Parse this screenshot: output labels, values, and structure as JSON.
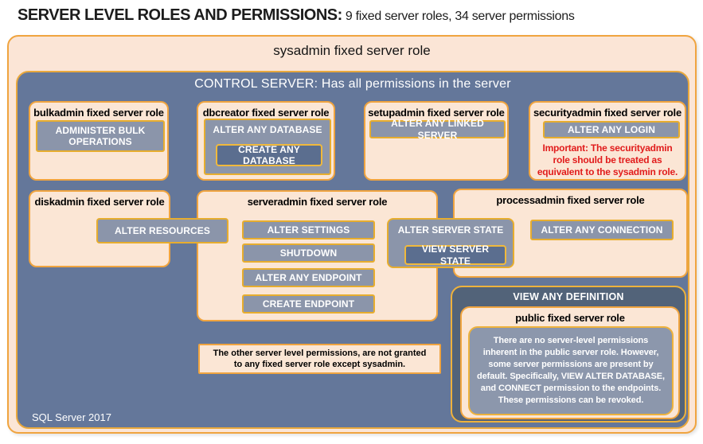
{
  "title": {
    "main": "SERVER LEVEL ROLES AND PERMISSIONS:",
    "sub": " 9 fixed server roles, 34 server permissions"
  },
  "sysadmin": {
    "label": "sysadmin fixed server role"
  },
  "control": {
    "label": "CONTROL SERVER: Has all permissions in the server"
  },
  "bulkadmin": {
    "label": "bulkadmin fixed server role",
    "perm_administer_bulk_operations": "ADMINISTER BULK OPERATIONS"
  },
  "dbcreator": {
    "label": "dbcreator fixed server role",
    "perm_alter_any_database": "ALTER ANY DATABASE",
    "perm_create_any_database": "CREATE ANY DATABASE"
  },
  "setupadmin": {
    "label": "setupadmin fixed server role",
    "perm_alter_any_linked_server": "ALTER ANY LINKED SERVER"
  },
  "securityadmin": {
    "label": "securityadmin fixed server role",
    "perm_alter_any_login": "ALTER ANY LOGIN",
    "warning": "Important: The securityadmin role should be treated as equivalent to the sysadmin role."
  },
  "diskadmin": {
    "label": "diskadmin fixed server role",
    "perm_alter_resources": "ALTER RESOURCES"
  },
  "serveradmin": {
    "label": "serveradmin fixed server role",
    "perm_alter_settings": "ALTER SETTINGS",
    "perm_shutdown": "SHUTDOWN",
    "perm_alter_any_endpoint": "ALTER ANY ENDPOINT",
    "perm_create_endpoint": "CREATE ENDPOINT"
  },
  "shared_state": {
    "perm_alter_server_state": "ALTER SERVER STATE",
    "perm_view_server_state": "VIEW SERVER STATE"
  },
  "processadmin": {
    "label": "processadmin fixed server role",
    "perm_alter_any_connection": "ALTER ANY CONNECTION"
  },
  "note": {
    "text": "The other server level permissions, are not granted to any fixed server role except sysadmin."
  },
  "view_any_definition": {
    "label": "VIEW ANY DEFINITION"
  },
  "public_role": {
    "label": "public fixed server role",
    "description": "There are no server-level permissions inherent in the public server role. However, some server permissions are present by default. Specifically, VIEW ALTER DATABASE, and CONNECT permission to the endpoints. These permissions can be revoked."
  },
  "footer": {
    "product": "SQL Server 2017"
  },
  "colors": {
    "peach": "#fbe5d6",
    "orange_border": "#f0a43f",
    "slate_blue": "#64779a",
    "dark_slate": "#526379",
    "button_gray": "#8b95aa",
    "button_dark_gray": "#5b6e8f",
    "button_border_gold": "#e7ad2e",
    "warning_red": "#e11c1c"
  }
}
